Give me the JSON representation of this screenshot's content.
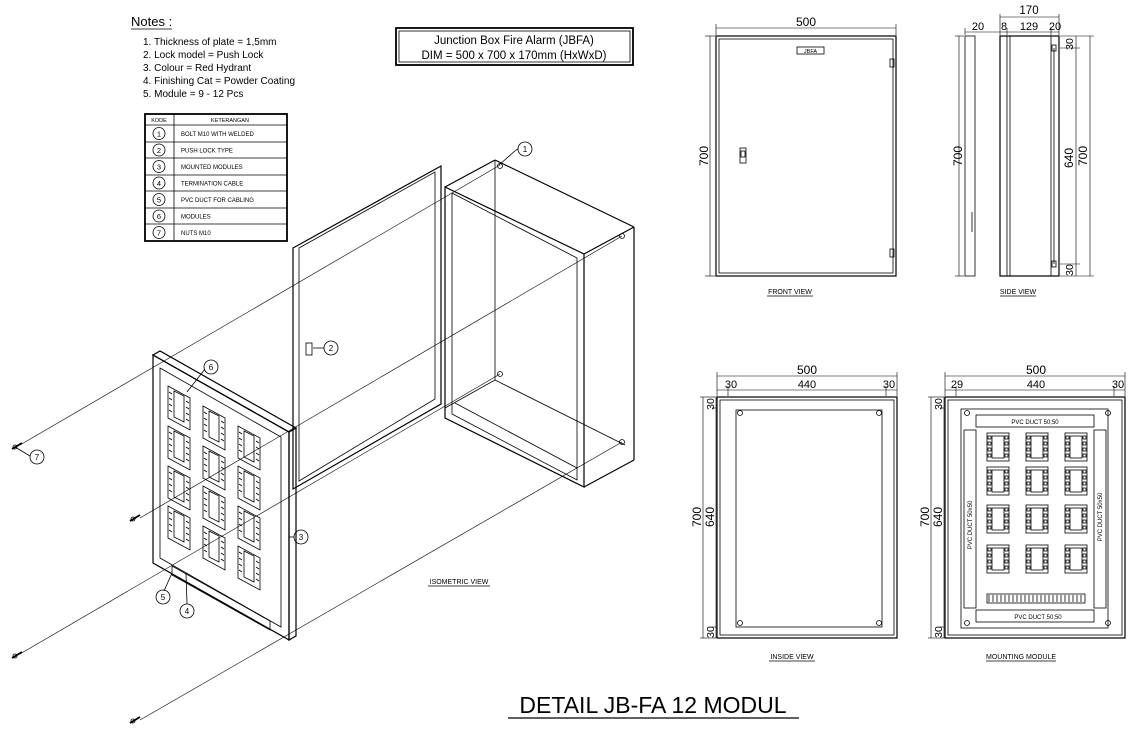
{
  "notes": {
    "heading": "Notes :",
    "items": [
      "1. Thickness of plate = 1,5mm",
      "2. Lock model = Push Lock",
      "3. Colour = Red Hydrant",
      "4. Finishing Cat = Powder Coating",
      "5. Module = 9 - 12 Pcs"
    ]
  },
  "legend": {
    "headers": [
      "KODE",
      "KETERANGAN"
    ],
    "rows": [
      {
        "code": "1",
        "text": "BOLT M10 WITH WELDED"
      },
      {
        "code": "2",
        "text": "PUSH LOCK TYPE"
      },
      {
        "code": "3",
        "text": "MOUNTED MODULES"
      },
      {
        "code": "4",
        "text": "TERMINATION CABLE"
      },
      {
        "code": "5",
        "text": "PVC DUCT FOR CABLING"
      },
      {
        "code": "6",
        "text": "MODULES"
      },
      {
        "code": "7",
        "text": "NUTS M10"
      }
    ]
  },
  "title_box": {
    "line1": "Junction Box Fire Alarm (JBFA)",
    "line2": "DIM = 500 x 700 x 170mm (HxWxD)"
  },
  "iso": {
    "caption": "ISOMETRIC VIEW",
    "callouts": [
      "1",
      "2",
      "3",
      "4",
      "5",
      "6",
      "7"
    ]
  },
  "front": {
    "caption": "FRONT VIEW",
    "tag": "JBFA",
    "width": "500",
    "height": "700"
  },
  "side": {
    "caption": "SIDE VIEW",
    "depth": "170",
    "segments": [
      "20",
      "8",
      "129",
      "20"
    ],
    "height": "700",
    "inner_height": "640",
    "top_offset": "30",
    "bottom_offset": "30",
    "left_height": "700"
  },
  "inside": {
    "caption": "INSIDE VIEW",
    "width": "500",
    "left": "30",
    "middle": "440",
    "right": "30",
    "height": "700",
    "inner_height": "640",
    "top_offset": "30",
    "bottom_offset": "30"
  },
  "mounting": {
    "caption": "MOUNTING MODULE",
    "width": "500",
    "left": "29",
    "middle": "440",
    "right": "30",
    "height": "700",
    "inner_height": "640",
    "top_offset": "30",
    "bottom_offset": "30",
    "duct_top": "PVC DUCT 50;50",
    "duct_bottom": "PVC DUCT 50;50",
    "duct_left": "PVC DUCT 50x50",
    "duct_right": "PVC DUCT 50x50"
  },
  "main_title": "DETAIL JB-FA 12 MODUL"
}
